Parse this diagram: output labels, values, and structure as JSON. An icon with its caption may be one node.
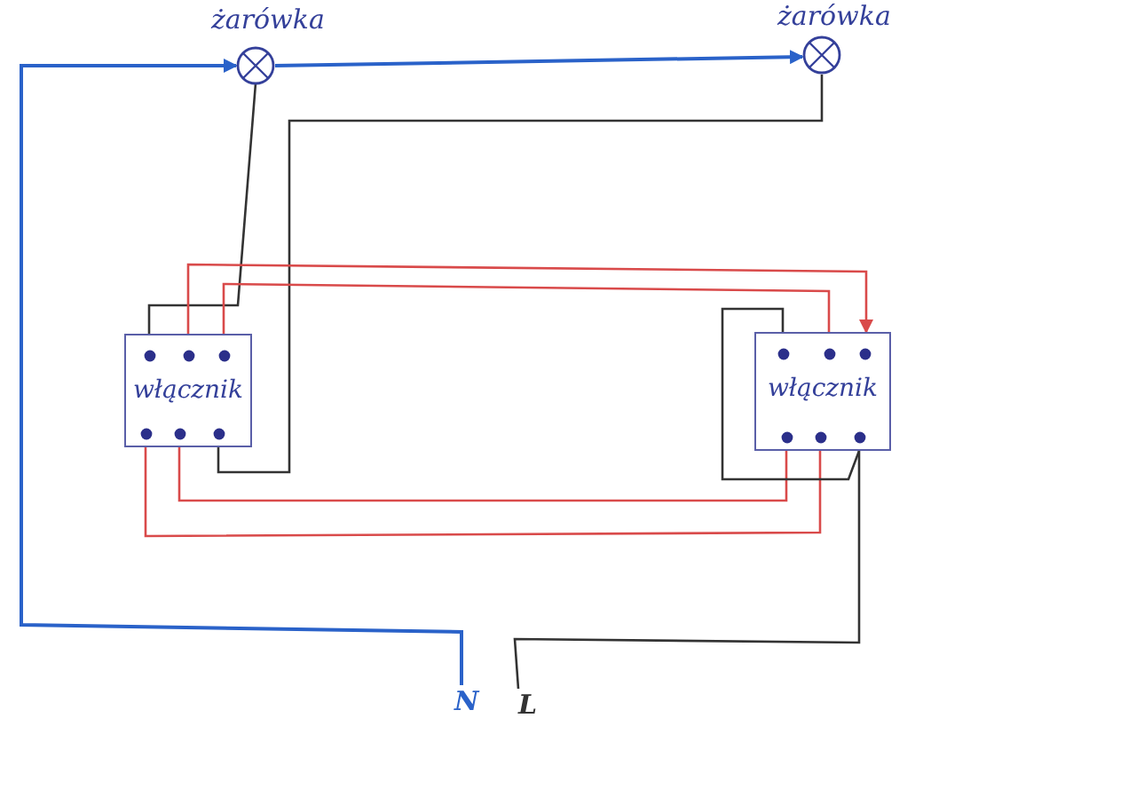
{
  "diagram": {
    "nodes": [
      {
        "text": [
          "żarówka"
        ]
      },
      {
        "text": [
          "żarówka"
        ]
      },
      {
        "text": [
          "włącznik"
        ]
      },
      {
        "text": [
          "włącznik"
        ]
      },
      {
        "text": [
          "N"
        ]
      },
      {
        "text": [
          "L"
        ]
      }
    ],
    "edges": [
      {
        "from": 4,
        "to": 0,
        "arrow": "to",
        "color": "#2a62c9"
      },
      {
        "from": 0,
        "to": 1,
        "arrow": "to",
        "color": "#2a62c9"
      },
      {
        "from": 0,
        "to": 2,
        "arrow": "none",
        "color": "#333333"
      },
      {
        "from": 1,
        "to": 2,
        "arrow": "none",
        "color": "#333333"
      },
      {
        "from": 2,
        "to": 3,
        "arrow": "to",
        "color": "#d94a4a"
      },
      {
        "from": 2,
        "to": 3,
        "arrow": "none",
        "color": "#d94a4a"
      },
      {
        "from": 2,
        "to": 3,
        "arrow": "none",
        "color": "#d94a4a"
      },
      {
        "from": 2,
        "to": 3,
        "arrow": "none",
        "color": "#d94a4a"
      },
      {
        "from": 3,
        "to": 3,
        "arrow": "none",
        "color": "#333333"
      },
      {
        "from": 3,
        "to": 5,
        "arrow": "none",
        "color": "#333333"
      }
    ]
  }
}
